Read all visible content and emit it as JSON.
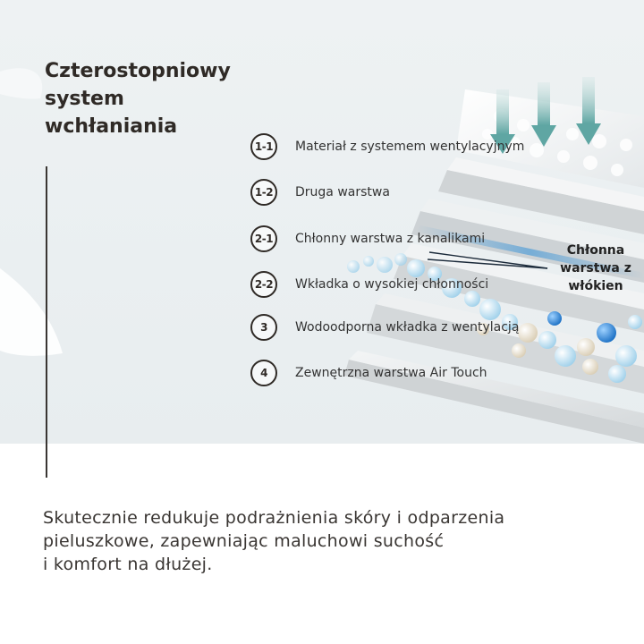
{
  "title": {
    "lines": [
      "Czterostopniowy",
      "system",
      "wchłaniania"
    ]
  },
  "layers": [
    {
      "badge": "1-1",
      "label": "Materiał z systemem wentylacyjnym"
    },
    {
      "badge": "1-2",
      "label": "Druga warstwa"
    },
    {
      "badge": "2-1",
      "label": "Chłonny warstwa z kanalikami"
    },
    {
      "badge": "2-2",
      "label": "Wkładka o wysokiej chłonności"
    },
    {
      "badge": "3",
      "label": "Wodoodporna wkładka z wentylacją"
    },
    {
      "badge": "4",
      "label": "Zewnętrzna warstwa Air Touch"
    }
  ],
  "callout": {
    "lines": [
      "Chłonna",
      "warstwa z",
      "włókien"
    ]
  },
  "description": {
    "lines": [
      "Skutecznie redukuje podrażnienia skóry i odparzenia",
      "pieluszkowe, zapewniając maluchowi suchość",
      "i komfort na dłużej."
    ]
  },
  "colors": {
    "panel_background": "#eaeff1",
    "text_dark": "#2f2a26",
    "arrow_teal": "#5fa6a3",
    "fiber_blue": "#2f8fd6"
  }
}
